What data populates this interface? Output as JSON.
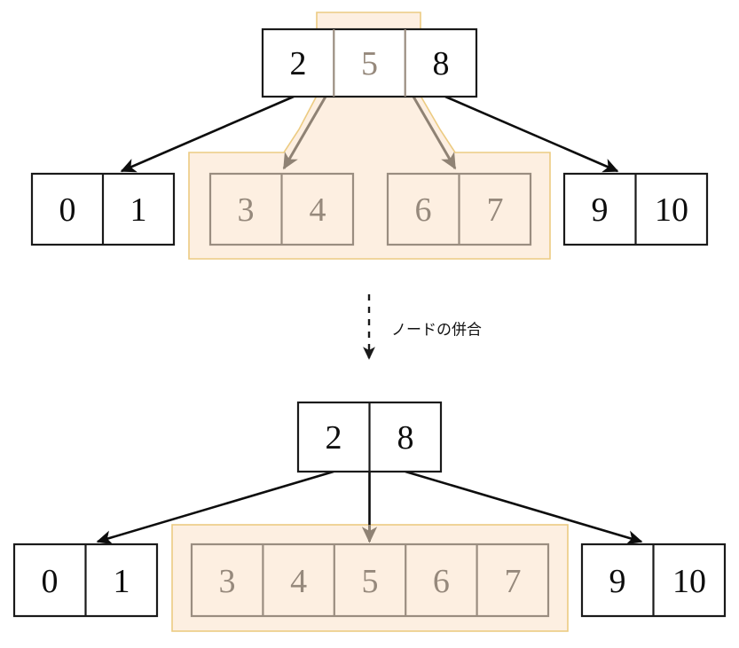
{
  "diagram": {
    "title_label": "ノードの併合",
    "colors": {
      "highlight_fill": "#fdefe1",
      "highlight_border": "#eccb82",
      "muted_ink": "#96897c",
      "muted_border": "#9a8d80",
      "normal_ink": "#0d0d0d",
      "normal_border": "#1a1a1a",
      "background": "#ffffff"
    },
    "before": {
      "root": {
        "name": "root-node-before",
        "cells": [
          {
            "value": "2",
            "highlighted": false
          },
          {
            "value": "5",
            "highlighted": true
          },
          {
            "value": "8",
            "highlighted": false
          }
        ]
      },
      "leaves": [
        {
          "name": "leaf-0-1-before",
          "highlighted": false,
          "cells": [
            {
              "value": "0"
            },
            {
              "value": "1"
            }
          ]
        },
        {
          "name": "leaf-3-4-before",
          "highlighted": true,
          "cells": [
            {
              "value": "3"
            },
            {
              "value": "4"
            }
          ]
        },
        {
          "name": "leaf-6-7-before",
          "highlighted": true,
          "cells": [
            {
              "value": "6"
            },
            {
              "value": "7"
            }
          ]
        },
        {
          "name": "leaf-9-10-before",
          "highlighted": false,
          "cells": [
            {
              "value": "9"
            },
            {
              "value": "10"
            }
          ]
        }
      ]
    },
    "after": {
      "root": {
        "name": "root-node-after",
        "cells": [
          {
            "value": "2",
            "highlighted": false
          },
          {
            "value": "8",
            "highlighted": false
          }
        ]
      },
      "leaves": [
        {
          "name": "leaf-0-1-after",
          "highlighted": false,
          "cells": [
            {
              "value": "0"
            },
            {
              "value": "1"
            }
          ]
        },
        {
          "name": "leaf-merged-after",
          "highlighted": true,
          "cells": [
            {
              "value": "3"
            },
            {
              "value": "4"
            },
            {
              "value": "5"
            },
            {
              "value": "6"
            },
            {
              "value": "7"
            }
          ]
        },
        {
          "name": "leaf-9-10-after",
          "highlighted": false,
          "cells": [
            {
              "value": "9"
            },
            {
              "value": "10"
            }
          ]
        }
      ]
    }
  }
}
